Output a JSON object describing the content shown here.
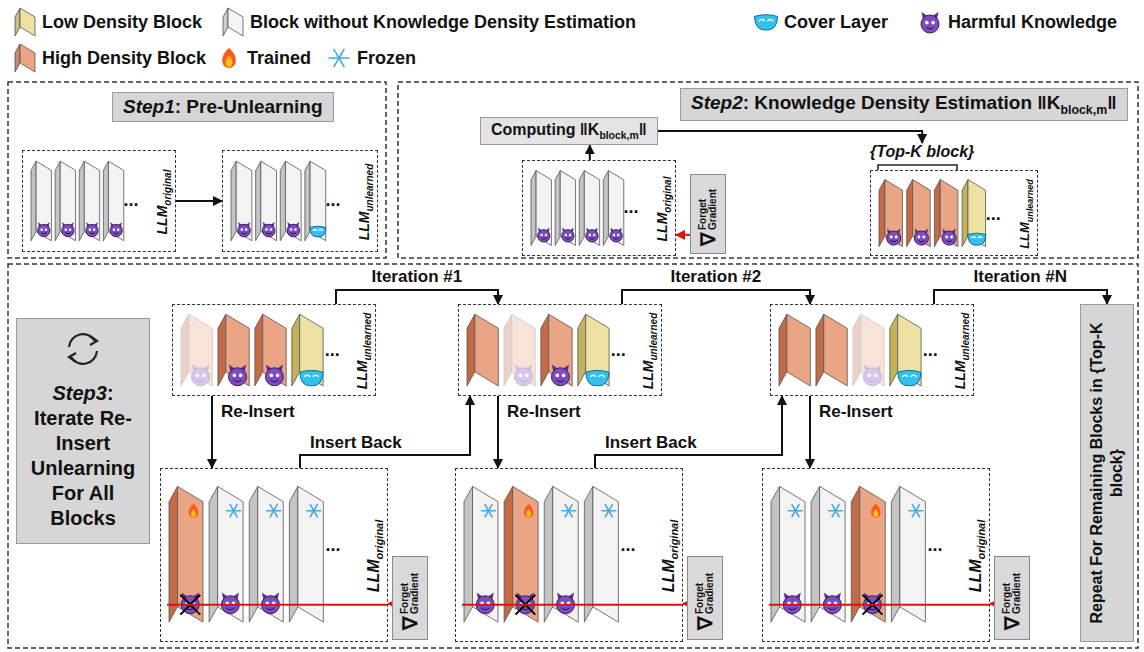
{
  "diagram": {
    "nodes": [
      {
        "text": [
          "Step1",
          ": Pre-Unlearning"
        ]
      },
      {
        "text": [
          "...",
          "LLM",
          "original"
        ]
      },
      {
        "text": [
          "...",
          "LLM",
          "unlearned"
        ]
      },
      {
        "text": [
          "Step2",
          ": Knowledge Density Estimation ‖K",
          "block,m",
          "‖"
        ]
      },
      {
        "text": [
          "Computing ‖K",
          "block,m",
          "‖"
        ]
      },
      {
        "text": [
          "{Top-K block}"
        ]
      },
      {
        "text": [
          "...",
          "LLM",
          "original"
        ]
      },
      {
        "text": [
          "∇",
          "Forget Gradient"
        ]
      },
      {
        "text": [
          "...",
          "LLM",
          "unlearned"
        ]
      },
      {
        "text": [
          "Step3",
          ": Iterate Re-Insert Unlearning For All Blocks"
        ]
      },
      {
        "text": [
          "...",
          "LLM",
          "unlearned"
        ]
      },
      {
        "text": [
          "...",
          "LLM",
          "unlearned"
        ]
      },
      {
        "text": [
          "...",
          "LLM",
          "unlearned"
        ]
      },
      {
        "text": [
          "Repeat For Remaining Blocks in {Top-K block}"
        ]
      },
      {
        "text": [
          "...",
          "LLM",
          "original"
        ]
      },
      {
        "text": [
          "∇",
          "Forget Gradient"
        ]
      },
      {
        "text": [
          "...",
          "LLM",
          "original"
        ]
      },
      {
        "text": [
          "∇",
          "Forget Gradient"
        ]
      },
      {
        "text": [
          "...",
          "LLM",
          "original"
        ]
      },
      {
        "text": [
          "∇",
          "Forget Gradient"
        ]
      }
    ],
    "edges": [
      {
        "from": 1,
        "to": 2,
        "arrow": "to"
      },
      {
        "from": 6,
        "to": 4,
        "arrow": "to"
      },
      {
        "from": 4,
        "to": 5,
        "arrow": "to"
      },
      {
        "from": 7,
        "to": 6,
        "arrow": "to"
      },
      {
        "from": 10,
        "to": 11,
        "label": "Iteration #1",
        "arrow": "to"
      },
      {
        "from": 11,
        "to": 12,
        "label": "Iteration #2",
        "arrow": "to"
      },
      {
        "from": 12,
        "to": 13,
        "label": "Iteration #N",
        "arrow": "to"
      },
      {
        "from": 10,
        "to": 14,
        "label": "Re-Insert",
        "arrow": "to"
      },
      {
        "from": 14,
        "to": 11,
        "label": "Insert Back",
        "arrow": "to"
      },
      {
        "from": 11,
        "to": 16,
        "label": "Re-Insert",
        "arrow": "to"
      },
      {
        "from": 16,
        "to": 12,
        "label": "Insert Back",
        "arrow": "to"
      },
      {
        "from": 12,
        "to": 18,
        "label": "Re-Insert",
        "arrow": "to"
      },
      {
        "from": 15,
        "to": 14,
        "arrow": "to"
      },
      {
        "from": 17,
        "to": 16,
        "arrow": "to"
      },
      {
        "from": 19,
        "to": 18,
        "arrow": "to"
      }
    ],
    "legend": [
      {
        "text": "Low Density Block",
        "color": "#ece1a2"
      },
      {
        "text": "Block without Knowledge Density Estimation",
        "color": "#f3f3f3"
      },
      {
        "text": "Cover Layer"
      },
      {
        "text": "Harmful Knowledge"
      },
      {
        "text": "High Density Block",
        "color": "#eaa584"
      },
      {
        "text": "Trained"
      },
      {
        "text": "Frozen"
      }
    ]
  }
}
